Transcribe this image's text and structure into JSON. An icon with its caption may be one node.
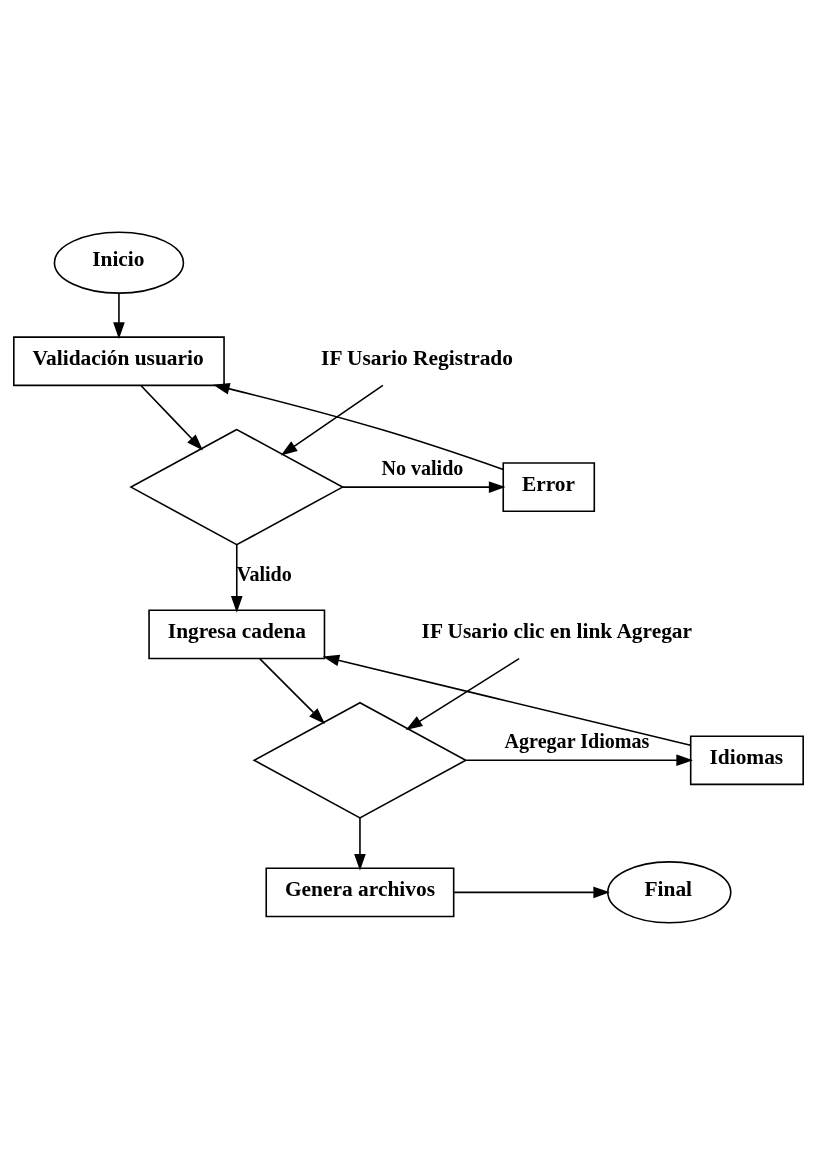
{
  "diagram": {
    "nodes": [
      {
        "text": [
          "Inicio"
        ]
      },
      {
        "text": [
          "Validación usuario"
        ]
      },
      {
        "text": [
          "IF Usario Registrado"
        ]
      },
      {
        "text": [],
        "shape": "diamond"
      },
      {
        "text": [
          "Error"
        ]
      },
      {
        "text": [
          "Ingresa cadena"
        ]
      },
      {
        "text": [
          "IF Usario clic en link Agregar"
        ]
      },
      {
        "text": [],
        "shape": "diamond"
      },
      {
        "text": [
          "Idiomas"
        ]
      },
      {
        "text": [
          "Genera archivos"
        ]
      },
      {
        "text": [
          "Final"
        ]
      }
    ],
    "edges": [
      {
        "from": 0,
        "to": 1,
        "arrow": "to"
      },
      {
        "from": 1,
        "to": 3,
        "arrow": "to"
      },
      {
        "from": 2,
        "to": 3,
        "arrow": "to"
      },
      {
        "from": 3,
        "to": 4,
        "arrow": "to",
        "label": "No valido"
      },
      {
        "from": 4,
        "to": 1,
        "arrow": "to"
      },
      {
        "from": 3,
        "to": 5,
        "arrow": "to",
        "label": "Valido"
      },
      {
        "from": 5,
        "to": 7,
        "arrow": "to"
      },
      {
        "from": 6,
        "to": 7,
        "arrow": "to"
      },
      {
        "from": 7,
        "to": 8,
        "arrow": "to",
        "label": "Agregar Idiomas"
      },
      {
        "from": 8,
        "to": 5,
        "arrow": "to"
      },
      {
        "from": 7,
        "to": 9,
        "arrow": "to"
      },
      {
        "from": 9,
        "to": 10,
        "arrow": "to"
      }
    ]
  }
}
